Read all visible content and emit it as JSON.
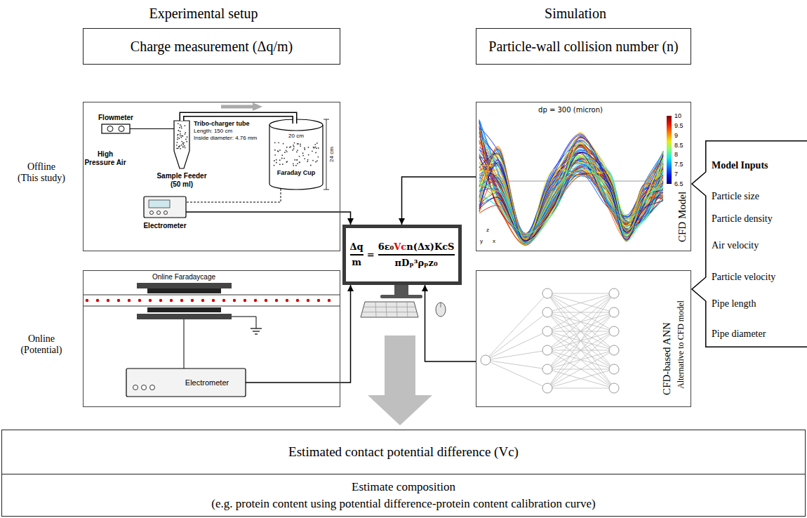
{
  "diagram": {
    "nodes": [
      {
        "text": [
          "Charge measurement (Δq/m)"
        ]
      },
      {
        "text": [
          "Particle-wall collision number (n)"
        ]
      },
      {
        "text": [
          "Offline (This study)"
        ]
      },
      {
        "text": [
          "dp = 300 (micron)",
          "CFD Model"
        ]
      },
      {
        "text": [
          "Model Inputs",
          "Particle size",
          "Particle density",
          "Air velocity",
          "Particle velocity",
          "Pipe length",
          "Pipe diameter"
        ]
      },
      {
        "text": [
          "Δq",
          "m",
          "=",
          "6ε₀",
          "Vc",
          "n(Δx)KcS",
          "πDₚ³ρₚz₀"
        ]
      },
      {
        "text": [
          "Online (Potential)"
        ]
      },
      {
        "text": [
          "CFD-based ANN",
          "Alternative to CFD model"
        ]
      },
      {
        "text": [
          "Estimated contact potential difference (Vc)"
        ]
      },
      {
        "text": [
          "Estimate composition",
          "(e.g. protein content using potential difference-protein content calibration curve)"
        ]
      }
    ],
    "edges": [
      {
        "from": 2,
        "to": 5,
        "arrow": "to"
      },
      {
        "from": 6,
        "to": 5,
        "arrow": "to"
      },
      {
        "from": 3,
        "to": 5,
        "arrow": "to"
      },
      {
        "from": 7,
        "to": 5,
        "arrow": "to"
      }
    ],
    "labels": [
      "Experimental setup",
      "Simulation",
      "Flowmeter",
      "High Pressure Air",
      "Sample Feeder (50 ml)",
      "Tribo-charger tube",
      "Length: 150 cm",
      "Inside diameter: 4.76 mm",
      "20 cm",
      "24 cm",
      "Faraday Cup",
      "Electrometer",
      "Online Faradaycage",
      "Electrometer",
      "10",
      "9.5",
      "9",
      "8.5",
      "8",
      "7.5",
      "7",
      "6.5",
      "z",
      "y",
      "x"
    ]
  }
}
